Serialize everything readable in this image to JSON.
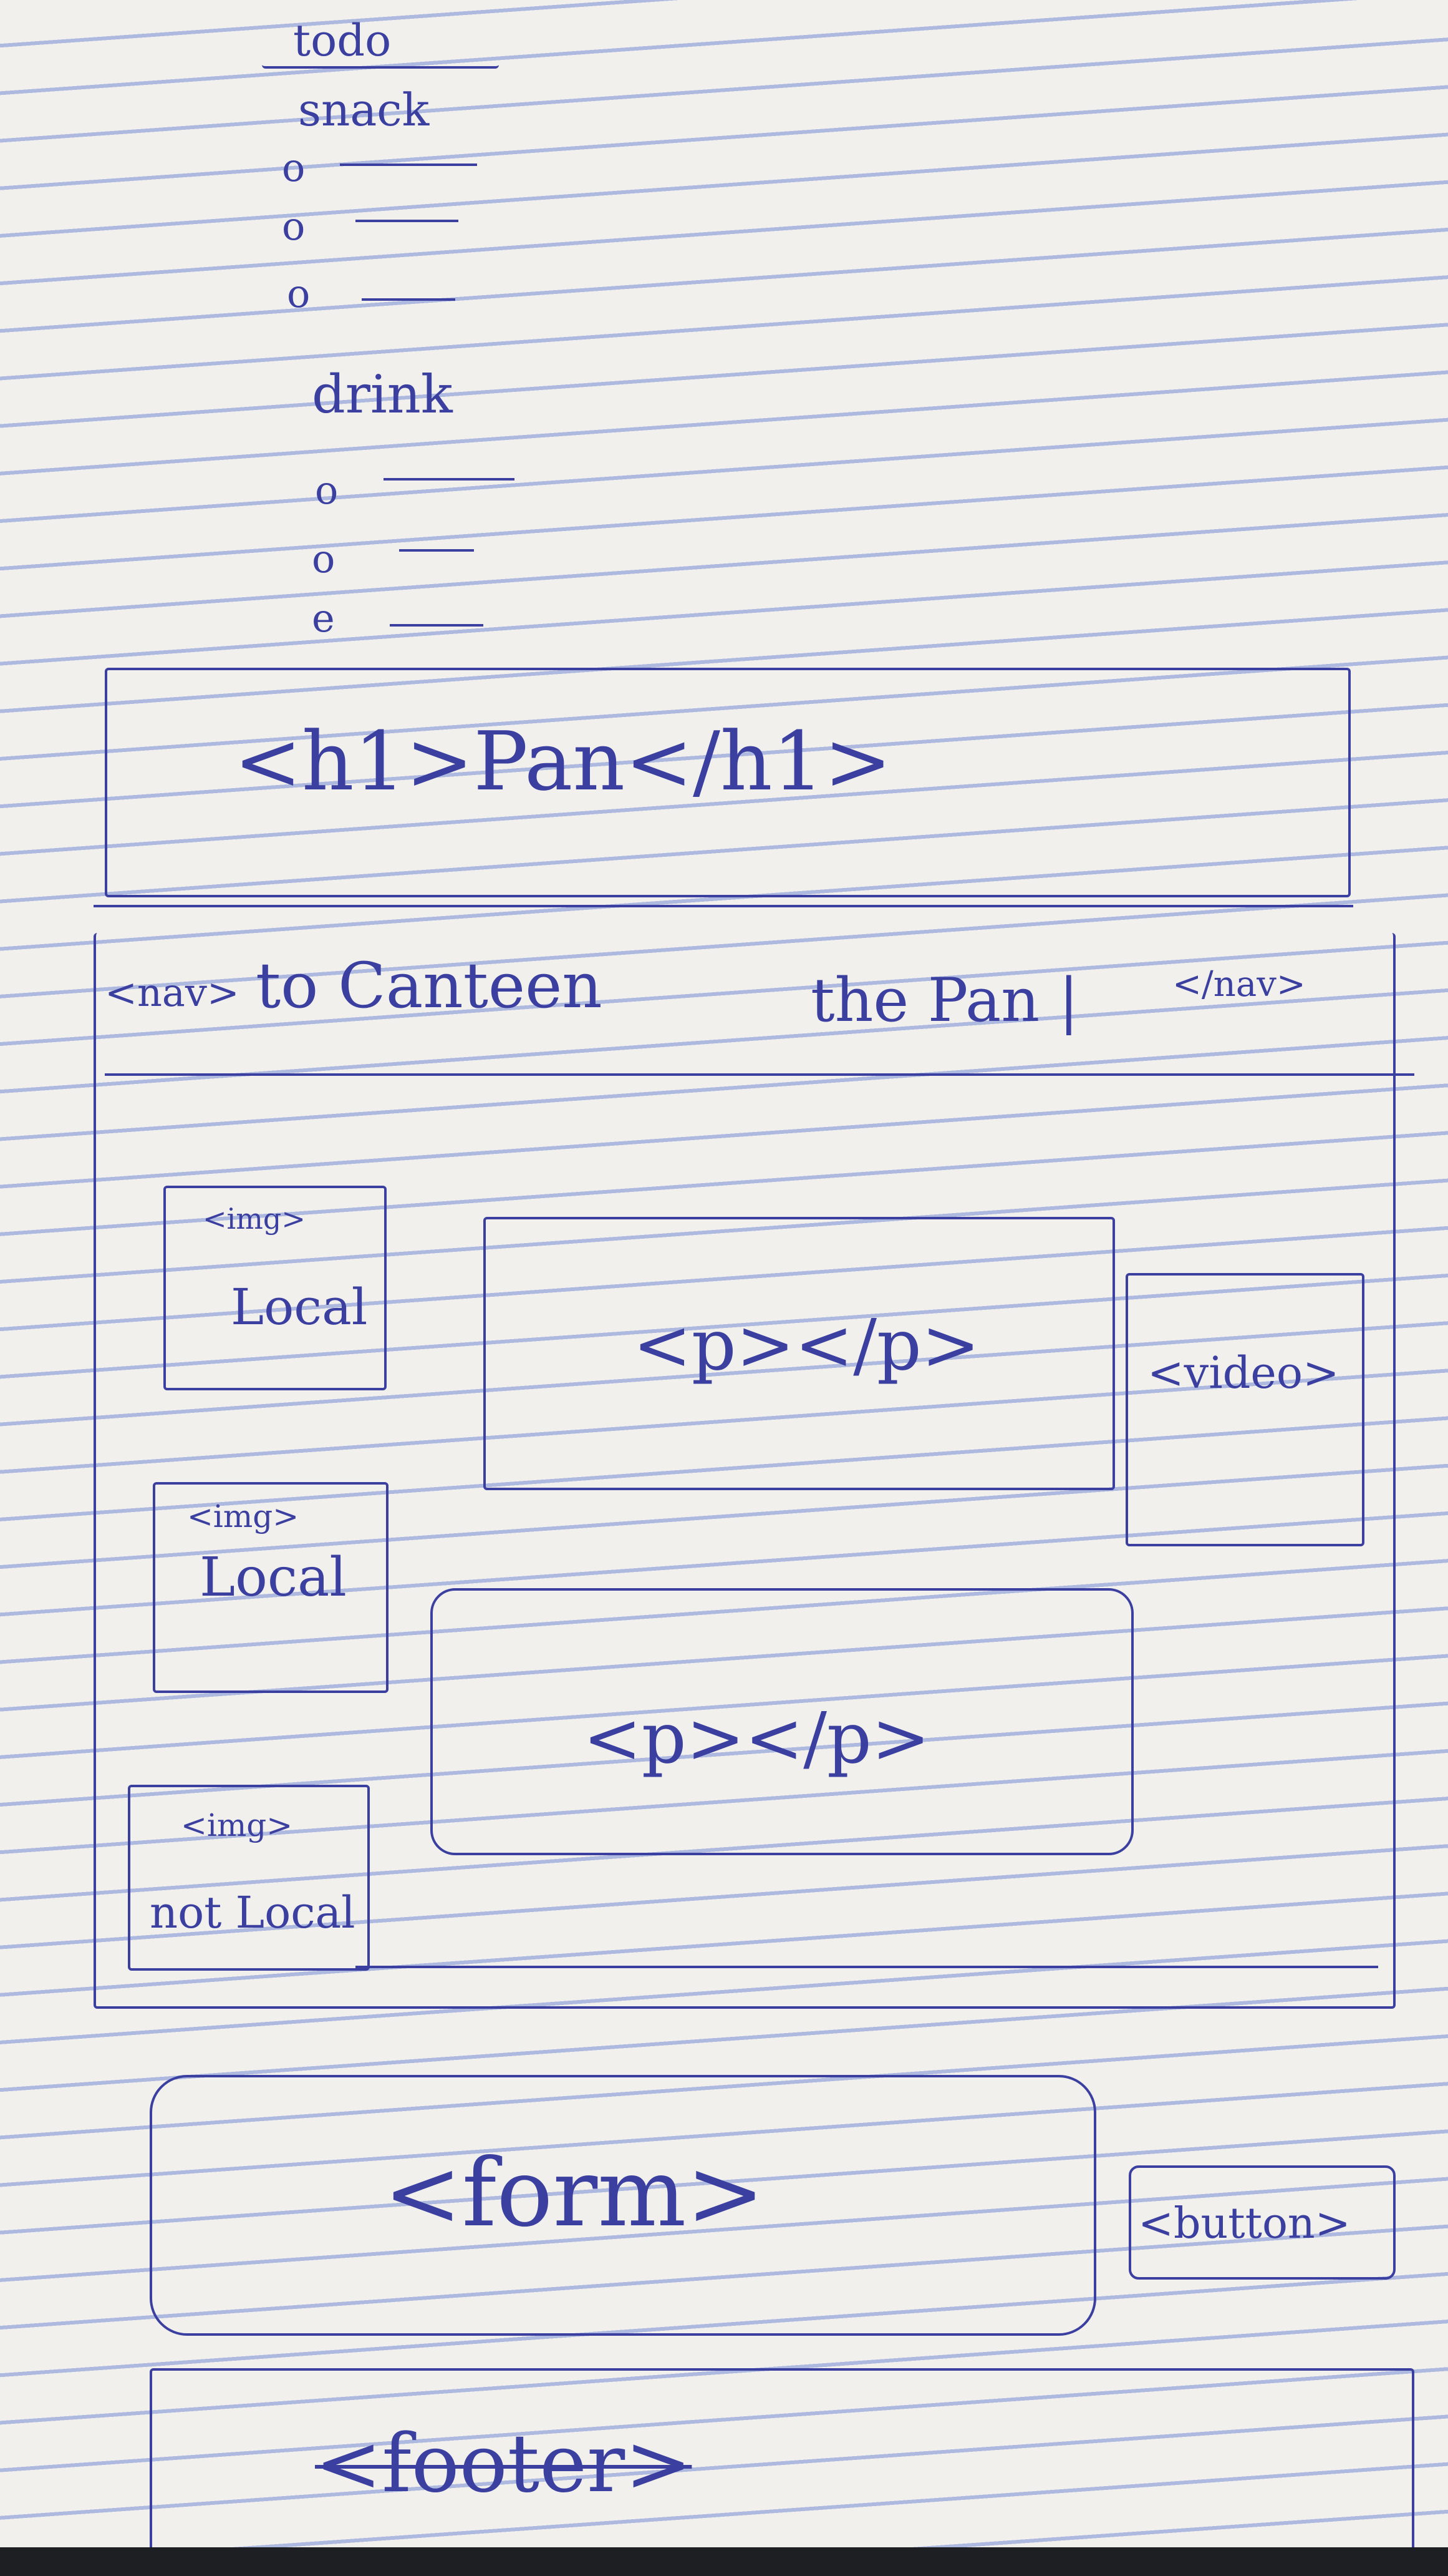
{
  "todo": {
    "title": "todo",
    "snack_heading": "snack",
    "drink_heading": "drink",
    "snack_items": [
      "o",
      "o",
      "o"
    ],
    "drink_items": [
      "o",
      "o",
      "e"
    ]
  },
  "header": {
    "label": "<h1>Pan</h1>"
  },
  "nav": {
    "open_tag": "<nav>",
    "text1": "to Canteen",
    "text2": "the Pan |",
    "close_tag": "</nav>"
  },
  "content": {
    "img1": {
      "tag": "<img>",
      "label": "Local"
    },
    "img2": {
      "tag": "<img>",
      "label": "Local"
    },
    "img3": {
      "tag": "<img>",
      "label": "not Local"
    },
    "para1": "<p></p>",
    "para2": "<p></p>",
    "video": "<video>"
  },
  "form": {
    "label": "<form>"
  },
  "button": {
    "label": "<button>"
  },
  "footer": {
    "label": "<footer>"
  }
}
